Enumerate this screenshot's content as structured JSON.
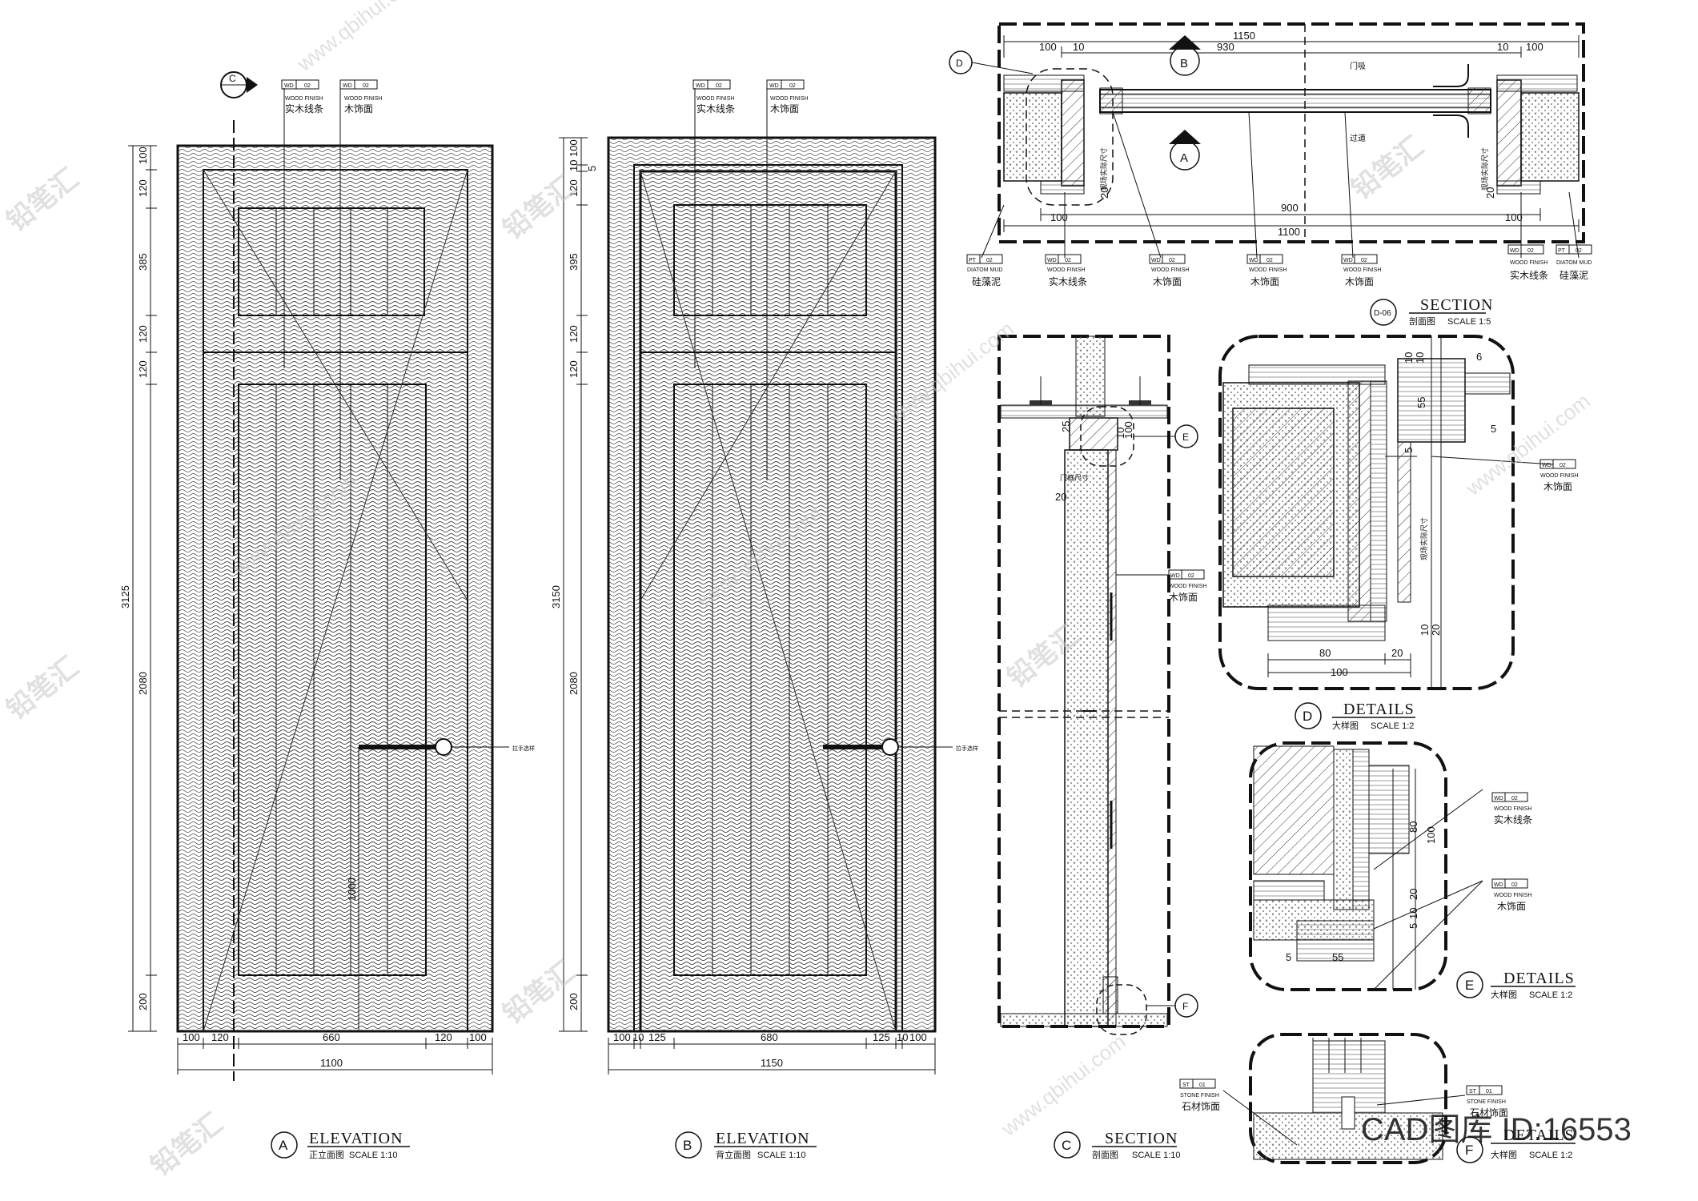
{
  "tags": {
    "wd": "WD",
    "wd_code": "02",
    "wood_finish": "WOOD FINISH",
    "wood_finish_alt": "WOOD FINISH",
    "pt": "PT",
    "pt_code": "02",
    "diatom_mud": "DIATOM MUD",
    "st": "ST",
    "st_code": "01",
    "stone_finish": "STONE FINISH"
  },
  "labels": {
    "solid_wood_strip": "实木线条",
    "wood_finish_cn": "木饰面",
    "diatom_mud_cn": "硅藻泥",
    "stone_cn": "石材饰面",
    "handle_note": "拉手选样",
    "cabinet_note": "门框尺寸",
    "onsite_note": "现场实际尺寸",
    "door_stop": "门吸",
    "threshold": "过道"
  },
  "markers": {
    "c": "C",
    "d": "D",
    "e": "E",
    "f": "F",
    "a": "A",
    "b": "B",
    "sheet": "D-06"
  },
  "elevation_a": {
    "circle": "A",
    "title": "ELEVATION",
    "cn": "正立面图",
    "scale": "SCALE  1:10",
    "v_dims": [
      "100",
      "120",
      "385",
      "120",
      "120",
      "2080",
      "200"
    ],
    "total_v": "3125",
    "h_dims": [
      "100",
      "120",
      "660",
      "120",
      "100"
    ],
    "total_h": "1100",
    "handle_height": "1000"
  },
  "elevation_b": {
    "circle": "B",
    "title": "ELEVATION",
    "cn": "背立面图",
    "scale": "SCALE  1:10",
    "v_dims": [
      "100",
      "10",
      "5",
      "120",
      "395",
      "120",
      "120",
      "2080",
      "200"
    ],
    "total_v": "3150",
    "h_dims": [
      "100",
      "10",
      "125",
      "680",
      "125",
      "10",
      "100"
    ],
    "total_h": "1150"
  },
  "section_c": {
    "circle": "C",
    "title": "SECTION",
    "cn": "剖面图",
    "scale": "SCALE  1:10",
    "dims": [
      "25",
      "100",
      "10",
      "20"
    ]
  },
  "section_top": {
    "code": "D-06",
    "title": "SECTION",
    "cn": "剖面图",
    "scale": "SCALE  1:5",
    "dims_top": [
      "1150",
      "930",
      "100",
      "10",
      "10",
      "100"
    ],
    "dims_bottom": [
      "900",
      "1100",
      "100",
      "100",
      "20",
      "20"
    ]
  },
  "detail_d": {
    "circle": "D",
    "title": "DETAILS",
    "cn": "大样图",
    "scale": "SCALE  1:2",
    "dims": [
      "80",
      "20",
      "100",
      "10",
      "10",
      "55",
      "5",
      "5",
      "10",
      "20",
      "6"
    ]
  },
  "detail_e": {
    "circle": "E",
    "title": "DETAILS",
    "cn": "大样图",
    "scale": "SCALE  1:2",
    "dims": [
      "80",
      "100",
      "20",
      "5",
      "10",
      "5",
      "55"
    ]
  },
  "detail_f": {
    "circle": "F",
    "title": "DETAILS",
    "cn": "大样图",
    "scale": "SCALE  1:2"
  },
  "watermarks": {
    "brand": "铅笔汇",
    "url": "www.qbihui.com",
    "id": "CAD图库 ID:16553"
  }
}
